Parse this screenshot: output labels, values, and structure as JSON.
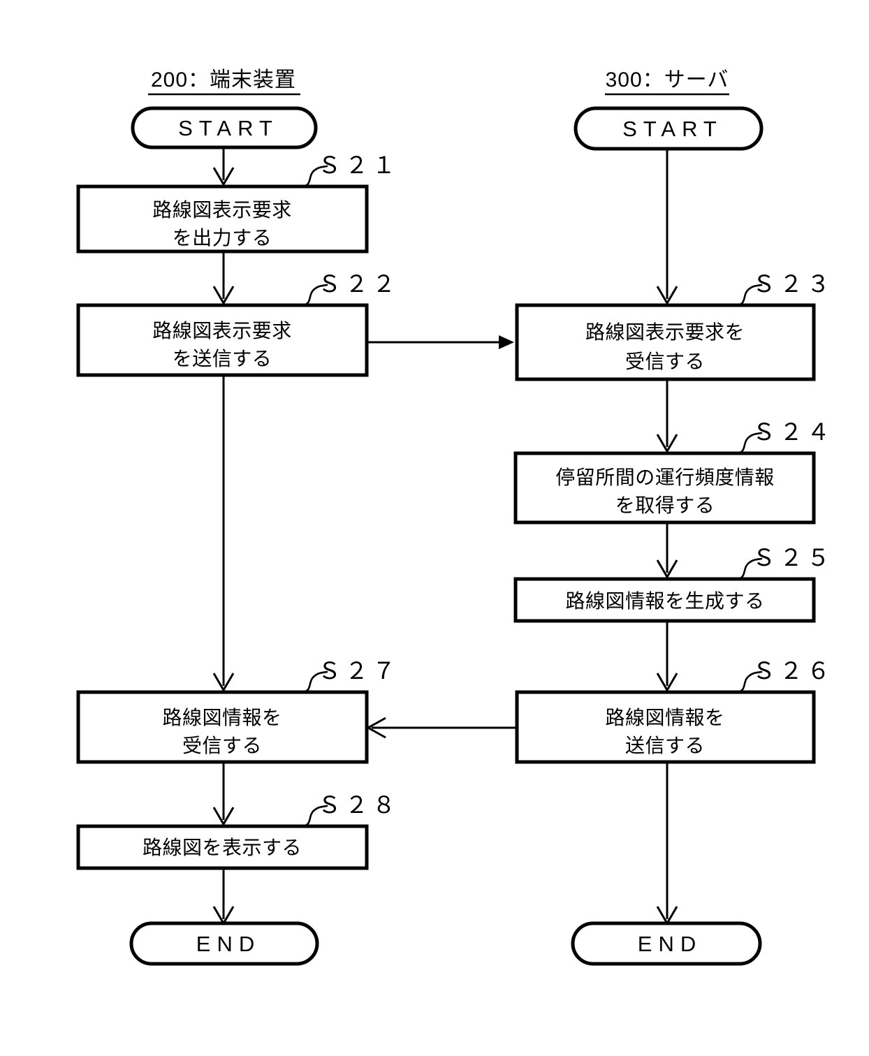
{
  "figure": {
    "type": "flowchart",
    "orientation": "two-lane vertical flow",
    "background_color": "#ffffff",
    "line_color": "#000000"
  },
  "lanes": [
    {
      "id": "terminal-device",
      "title": "200：端末装置",
      "number": "200",
      "name": "端末装置",
      "start_label": "START",
      "end_label": "END"
    },
    {
      "id": "server",
      "title": "300：サーバ",
      "number": "300",
      "name": "サーバ",
      "start_label": "START",
      "end_label": "END"
    }
  ],
  "steps": [
    {
      "id": "S21",
      "lane": "terminal-device",
      "step_label": "Ｓ２１",
      "lines": [
        "路線図表示要求",
        "を出力する"
      ]
    },
    {
      "id": "S22",
      "lane": "terminal-device",
      "step_label": "Ｓ２２",
      "lines": [
        "路線図表示要求",
        "を送信する"
      ]
    },
    {
      "id": "S23",
      "lane": "server",
      "step_label": "Ｓ２３",
      "lines": [
        "路線図表示要求を",
        "受信する"
      ]
    },
    {
      "id": "S24",
      "lane": "server",
      "step_label": "Ｓ２４",
      "lines": [
        "停留所間の運行頻度情報",
        "を取得する"
      ]
    },
    {
      "id": "S25",
      "lane": "server",
      "step_label": "Ｓ２５",
      "lines": [
        "路線図情報を生成する"
      ]
    },
    {
      "id": "S26",
      "lane": "server",
      "step_label": "Ｓ２６",
      "lines": [
        "路線図情報を",
        "送信する"
      ]
    },
    {
      "id": "S27",
      "lane": "terminal-device",
      "step_label": "Ｓ２７",
      "lines": [
        "路線図情報を",
        "受信する"
      ]
    },
    {
      "id": "S28",
      "lane": "terminal-device",
      "step_label": "Ｓ２８",
      "lines": [
        "路線図を表示する"
      ]
    }
  ],
  "connections": [
    {
      "from": "terminal-start",
      "to": "S21",
      "direction": "down"
    },
    {
      "from": "S21",
      "to": "S22",
      "direction": "down"
    },
    {
      "from": "S22",
      "to": "S23",
      "direction": "right"
    },
    {
      "from": "S22",
      "to": "S27",
      "direction": "down"
    },
    {
      "from": "server-start",
      "to": "S23",
      "direction": "down"
    },
    {
      "from": "S23",
      "to": "S24",
      "direction": "down"
    },
    {
      "from": "S24",
      "to": "S25",
      "direction": "down"
    },
    {
      "from": "S25",
      "to": "S26",
      "direction": "down"
    },
    {
      "from": "S26",
      "to": "S27",
      "direction": "left"
    },
    {
      "from": "S26",
      "to": "server-end",
      "direction": "down"
    },
    {
      "from": "S27",
      "to": "S28",
      "direction": "down"
    },
    {
      "from": "S28",
      "to": "terminal-end",
      "direction": "down"
    }
  ]
}
